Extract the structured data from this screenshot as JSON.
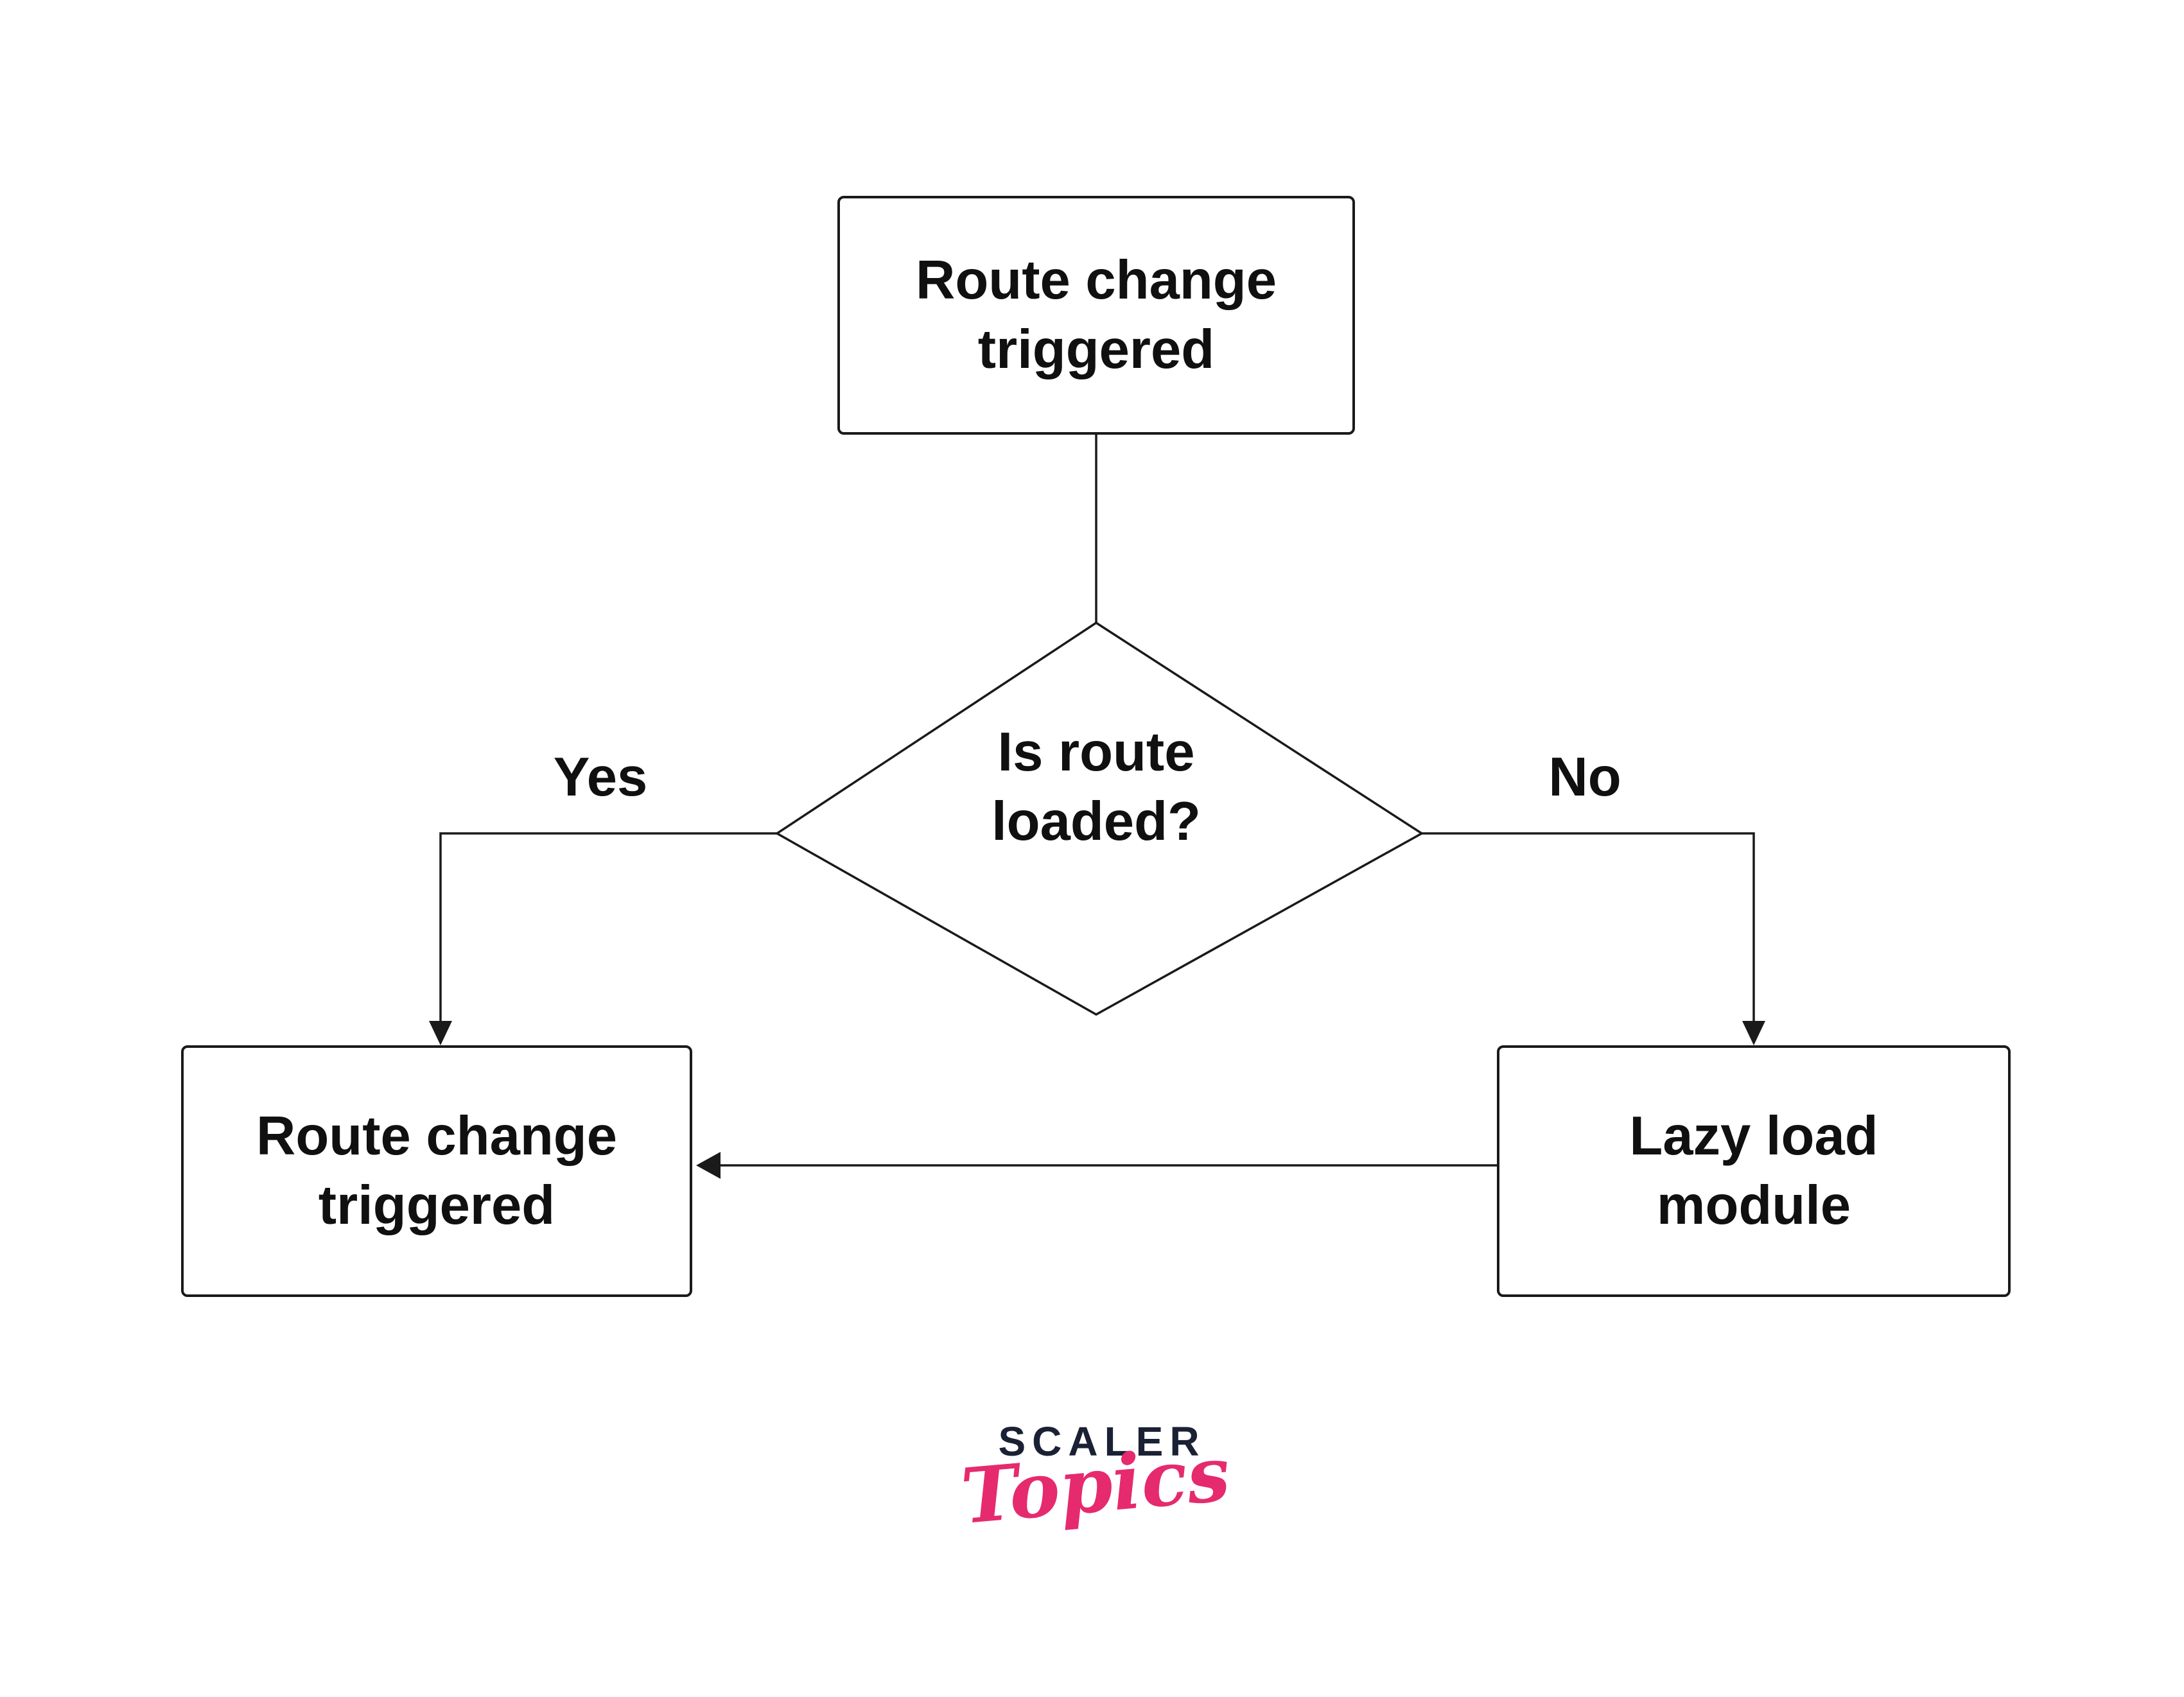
{
  "diagram": {
    "type": "flowchart",
    "nodes": {
      "start": {
        "shape": "rectangle",
        "lines": [
          "Route change",
          "triggered"
        ]
      },
      "decision": {
        "shape": "diamond",
        "lines": [
          "Is route",
          "loaded?"
        ]
      },
      "yes_target": {
        "shape": "rectangle",
        "lines": [
          "Route change",
          "triggered"
        ]
      },
      "no_target": {
        "shape": "rectangle",
        "lines": [
          "Lazy load",
          "module"
        ]
      }
    },
    "edges": [
      {
        "from": "start",
        "to": "decision",
        "label": ""
      },
      {
        "from": "decision",
        "to": "yes_target",
        "label": "Yes"
      },
      {
        "from": "decision",
        "to": "no_target",
        "label": "No"
      },
      {
        "from": "no_target",
        "to": "yes_target",
        "label": ""
      }
    ]
  },
  "logo": {
    "brand": "SCALER",
    "sub": "Topics",
    "brand_color": "#1b2134",
    "sub_color": "#e62a6e"
  },
  "colors": {
    "background": "#ffffff",
    "line": "#1a1a1a",
    "node_border": "#1a1a1a",
    "node_fill": "#ffffff",
    "text": "#101010"
  }
}
